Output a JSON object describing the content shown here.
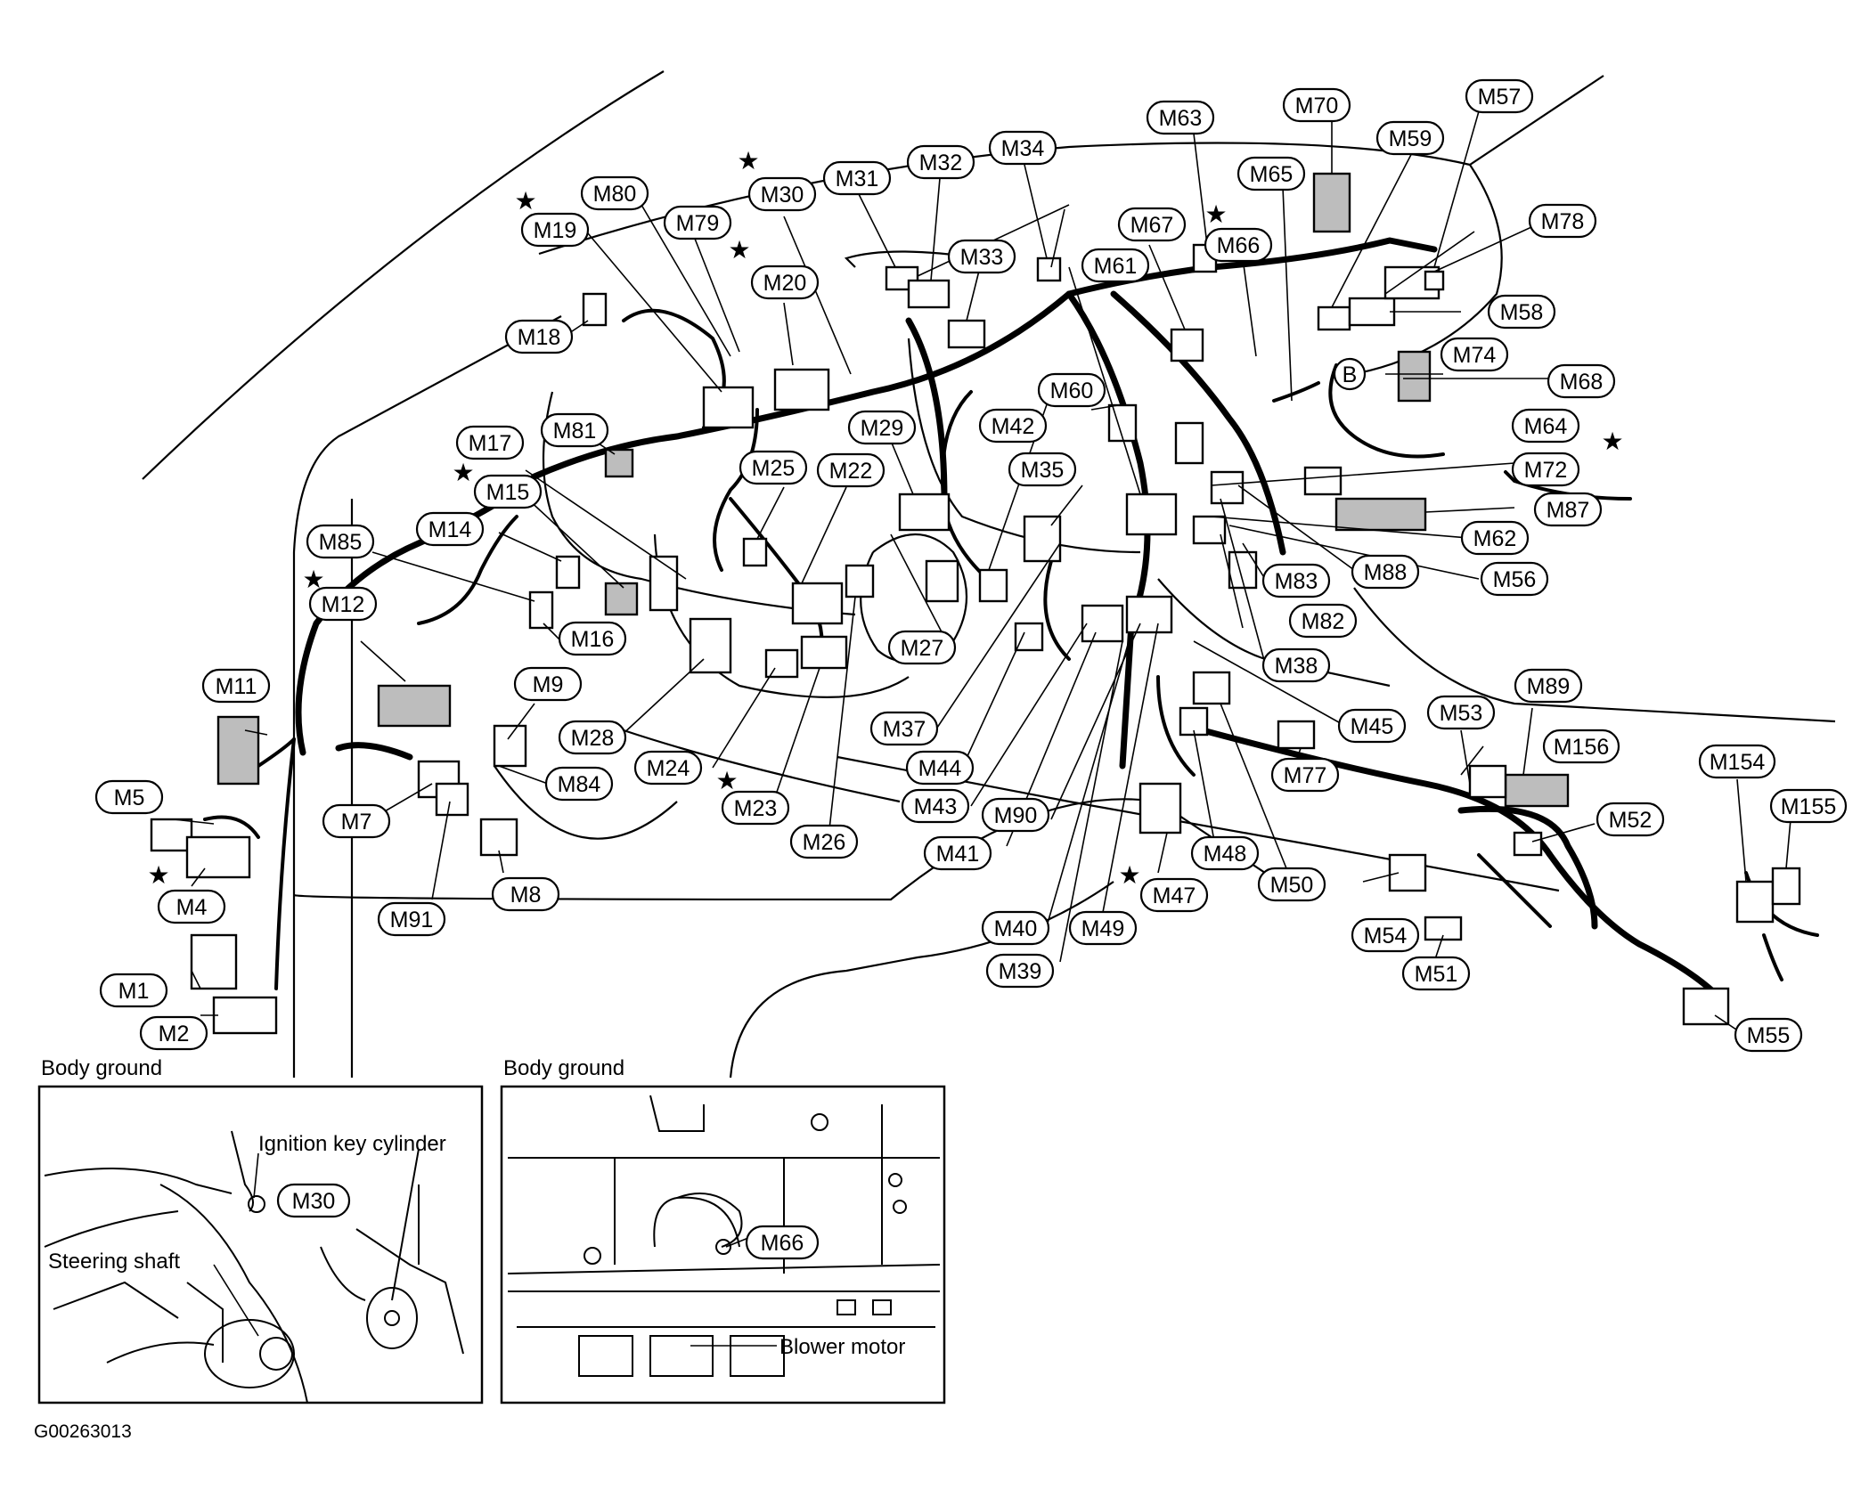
{
  "figure_id": "G00263013",
  "connector_labels": [
    {
      "id": "M1",
      "text": "M1"
    },
    {
      "id": "M2",
      "text": "M2"
    },
    {
      "id": "M4",
      "text": "M4"
    },
    {
      "id": "M5",
      "text": "M5"
    },
    {
      "id": "M7",
      "text": "M7"
    },
    {
      "id": "M8",
      "text": "M8"
    },
    {
      "id": "M9",
      "text": "M9"
    },
    {
      "id": "M11",
      "text": "M11"
    },
    {
      "id": "M12",
      "text": "M12"
    },
    {
      "id": "M14",
      "text": "M14"
    },
    {
      "id": "M15",
      "text": "M15"
    },
    {
      "id": "M16",
      "text": "M16"
    },
    {
      "id": "M17",
      "text": "M17"
    },
    {
      "id": "M18",
      "text": "M18"
    },
    {
      "id": "M19",
      "text": "M19"
    },
    {
      "id": "M20",
      "text": "M20"
    },
    {
      "id": "M22",
      "text": "M22"
    },
    {
      "id": "M23",
      "text": "M23"
    },
    {
      "id": "M24",
      "text": "M24"
    },
    {
      "id": "M25",
      "text": "M25"
    },
    {
      "id": "M26",
      "text": "M26"
    },
    {
      "id": "M27",
      "text": "M27"
    },
    {
      "id": "M28",
      "text": "M28"
    },
    {
      "id": "M29",
      "text": "M29"
    },
    {
      "id": "M30",
      "text": "M30"
    },
    {
      "id": "M31",
      "text": "M31"
    },
    {
      "id": "M32",
      "text": "M32"
    },
    {
      "id": "M33",
      "text": "M33"
    },
    {
      "id": "M34",
      "text": "M34"
    },
    {
      "id": "M35",
      "text": "M35"
    },
    {
      "id": "M37",
      "text": "M37"
    },
    {
      "id": "M38",
      "text": "M38"
    },
    {
      "id": "M39",
      "text": "M39"
    },
    {
      "id": "M40",
      "text": "M40"
    },
    {
      "id": "M41",
      "text": "M41"
    },
    {
      "id": "M42",
      "text": "M42"
    },
    {
      "id": "M43",
      "text": "M43"
    },
    {
      "id": "M44",
      "text": "M44"
    },
    {
      "id": "M45",
      "text": "M45"
    },
    {
      "id": "M47",
      "text": "M47"
    },
    {
      "id": "M48",
      "text": "M48"
    },
    {
      "id": "M49",
      "text": "M49"
    },
    {
      "id": "M50",
      "text": "M50"
    },
    {
      "id": "M51",
      "text": "M51"
    },
    {
      "id": "M52",
      "text": "M52"
    },
    {
      "id": "M53",
      "text": "M53"
    },
    {
      "id": "M54",
      "text": "M54"
    },
    {
      "id": "M55",
      "text": "M55"
    },
    {
      "id": "M56",
      "text": "M56"
    },
    {
      "id": "M57",
      "text": "M57"
    },
    {
      "id": "M58",
      "text": "M58"
    },
    {
      "id": "M59",
      "text": "M59"
    },
    {
      "id": "M60",
      "text": "M60"
    },
    {
      "id": "M61",
      "text": "M61"
    },
    {
      "id": "M62",
      "text": "M62"
    },
    {
      "id": "M63",
      "text": "M63"
    },
    {
      "id": "M64",
      "text": "M64"
    },
    {
      "id": "M65",
      "text": "M65"
    },
    {
      "id": "M66",
      "text": "M66"
    },
    {
      "id": "M67",
      "text": "M67"
    },
    {
      "id": "M68",
      "text": "M68"
    },
    {
      "id": "M70",
      "text": "M70"
    },
    {
      "id": "M72",
      "text": "M72"
    },
    {
      "id": "M74",
      "text": "M74"
    },
    {
      "id": "M77",
      "text": "M77"
    },
    {
      "id": "M78",
      "text": "M78"
    },
    {
      "id": "M79",
      "text": "M79"
    },
    {
      "id": "M80",
      "text": "M80"
    },
    {
      "id": "M81",
      "text": "M81"
    },
    {
      "id": "M82",
      "text": "M82"
    },
    {
      "id": "M83",
      "text": "M83"
    },
    {
      "id": "M84",
      "text": "M84"
    },
    {
      "id": "M85",
      "text": "M85"
    },
    {
      "id": "M87",
      "text": "M87"
    },
    {
      "id": "M88",
      "text": "M88"
    },
    {
      "id": "M89",
      "text": "M89"
    },
    {
      "id": "M90",
      "text": "M90"
    },
    {
      "id": "M91",
      "text": "M91"
    },
    {
      "id": "M154",
      "text": "M154"
    },
    {
      "id": "M155",
      "text": "M155"
    },
    {
      "id": "M156",
      "text": "M156"
    },
    {
      "id": "B",
      "text": "B"
    }
  ],
  "insets": [
    {
      "title": "Body ground",
      "connector": "M30",
      "callouts": [
        "Ignition key cylinder",
        "Steering shaft"
      ]
    },
    {
      "title": "Body ground",
      "connector": "M66",
      "callouts": [
        "Blower motor"
      ]
    }
  ],
  "symbols": {
    "star": "★"
  }
}
